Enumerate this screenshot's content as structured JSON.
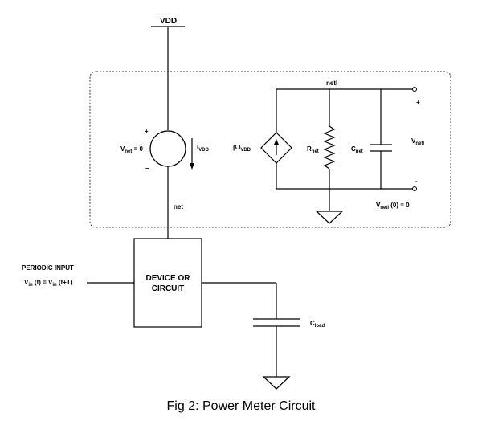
{
  "labels": {
    "vdd": "VDD",
    "netl": "netl",
    "net": "net",
    "plus_left": "+",
    "minus_left": "−",
    "plus_right": "+",
    "minus_right": "-",
    "vnet_main": "V",
    "vnet_sub": "net",
    "vnet_rest": " = 0",
    "ivdd_main": "I",
    "ivdd_sub": "VDD",
    "beta_main": "β.I",
    "beta_sub": "VDD",
    "rnet_main": "R",
    "rnet_sub": "net",
    "cnet_main": "C",
    "cnet_sub": "net",
    "vnetl_main": "V",
    "vnetl_sub": "netl",
    "vnetl0_main": "V",
    "vnetl0_sub": "netl",
    "vnetl0_rest": " (0) = 0",
    "periodic_input": "PERIODIC INPUT",
    "vin_main": "V",
    "vin_sub": "in",
    "vin_mid": " (t) = V",
    "vin_sub2": "in",
    "vin_rest": " (t+T)",
    "device_line1": "DEVICE OR",
    "device_line2": "CIRCUIT",
    "cload_main": "C",
    "cload_sub": "load"
  },
  "caption": "Fig 2: Power Meter Circuit"
}
